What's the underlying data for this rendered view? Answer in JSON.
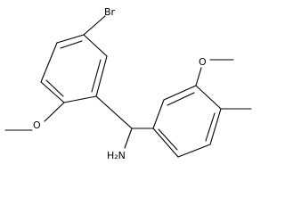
{
  "molecule": {
    "atom_labels": {
      "bromine": "Br",
      "oxygen_left": "O",
      "oxygen_right": "O",
      "amine": "H₂N"
    },
    "colors": {
      "bond": "#000000",
      "text": "#000000",
      "background": "#ffffff"
    }
  }
}
